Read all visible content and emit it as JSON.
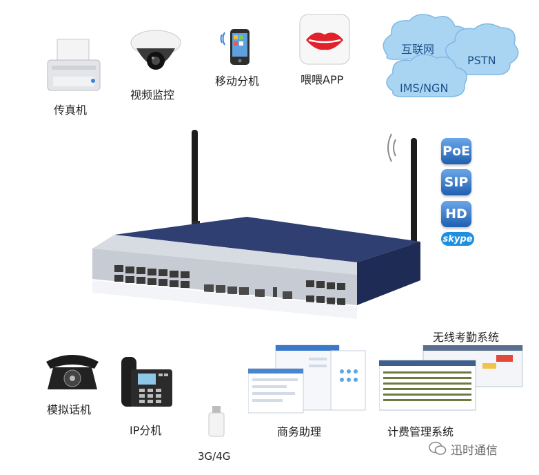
{
  "top_devices": {
    "fax_label": "传真机",
    "camera_label": "视频监控",
    "mobile_label": "移动分机",
    "app_label": "喂喂APP"
  },
  "clouds": {
    "internet": "互联网",
    "pstn": "PSTN",
    "ims": "IMS/NGN"
  },
  "badges": {
    "poe": "PoE",
    "sip": "SIP",
    "hd": "HD",
    "skype": "skype"
  },
  "bottom_devices": {
    "analog_phone_label": "模拟话机",
    "ip_phone_label": "IP分机",
    "dongle_label": "3G/4G",
    "assistant_label": "商务助理",
    "attendance_label": "无线考勤系统",
    "billing_label": "计费管理系统"
  },
  "watermark": {
    "text": "迅时通信"
  },
  "colors": {
    "router_body": "#2d3d6e",
    "router_panel": "#d9dde3",
    "cloud": "#a7d3f2",
    "badge": "#2f74c4"
  }
}
